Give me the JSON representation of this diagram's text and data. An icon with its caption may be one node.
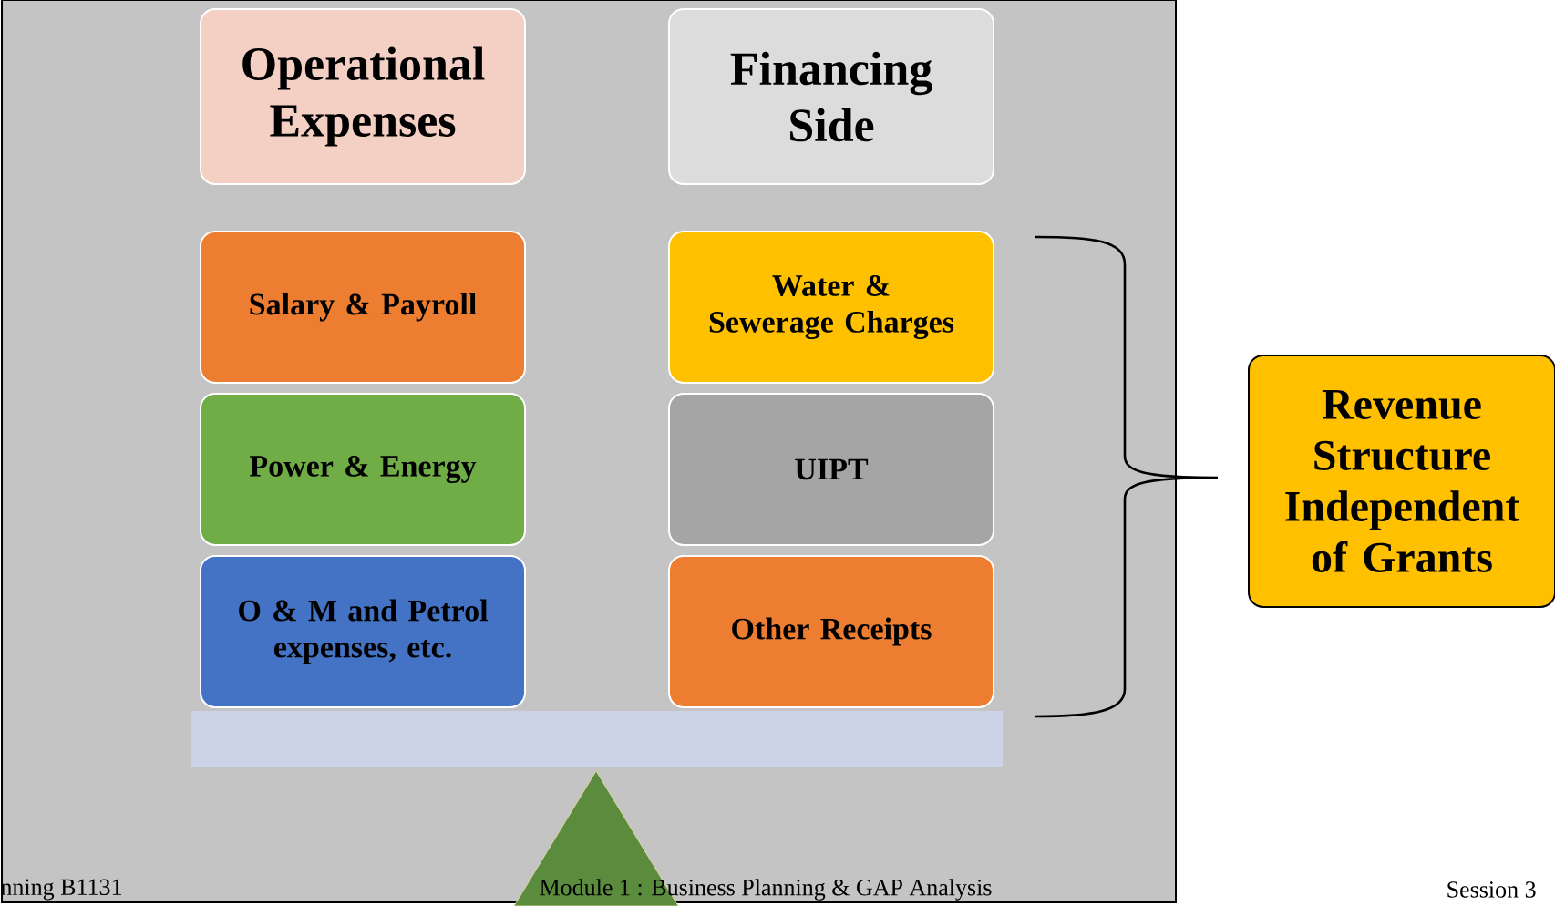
{
  "diagram": {
    "nodes": [
      {
        "text": [
          "Operational Expenses"
        ]
      },
      {
        "text": [
          "Financing Side"
        ]
      },
      {
        "text": [
          "Salary & Payroll"
        ]
      },
      {
        "text": [
          "Water & Sewerage Charges"
        ]
      },
      {
        "text": [
          "Power & Energy"
        ]
      },
      {
        "text": [
          "UIPT"
        ]
      },
      {
        "text": [
          "O & M and Petrol expenses, etc."
        ]
      },
      {
        "text": [
          "Other Receipts"
        ]
      },
      {
        "text": [
          "Revenue Structure Independent of Grants"
        ]
      }
    ],
    "labels": [
      "nning B1131",
      "Module 1 : Business Planning & GAP Analysis",
      "Session 3"
    ]
  }
}
